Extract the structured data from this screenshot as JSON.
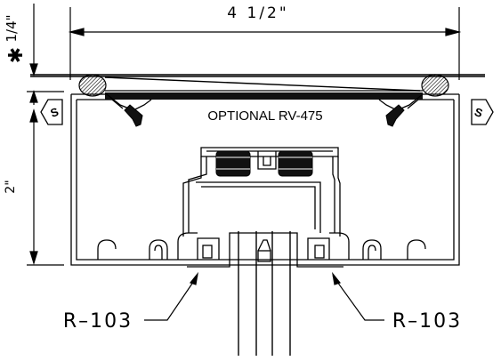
{
  "dimensions": {
    "width_label": "4 1/2\"",
    "height_label": "2\"",
    "sill_label": "1/4\"",
    "asterisk": "✱"
  },
  "labels": {
    "optional": "OPTIONAL RV-475",
    "gasket_left": "R–103",
    "gasket_right": "R–103",
    "section_marker_left": "S",
    "section_marker_right": "S"
  }
}
